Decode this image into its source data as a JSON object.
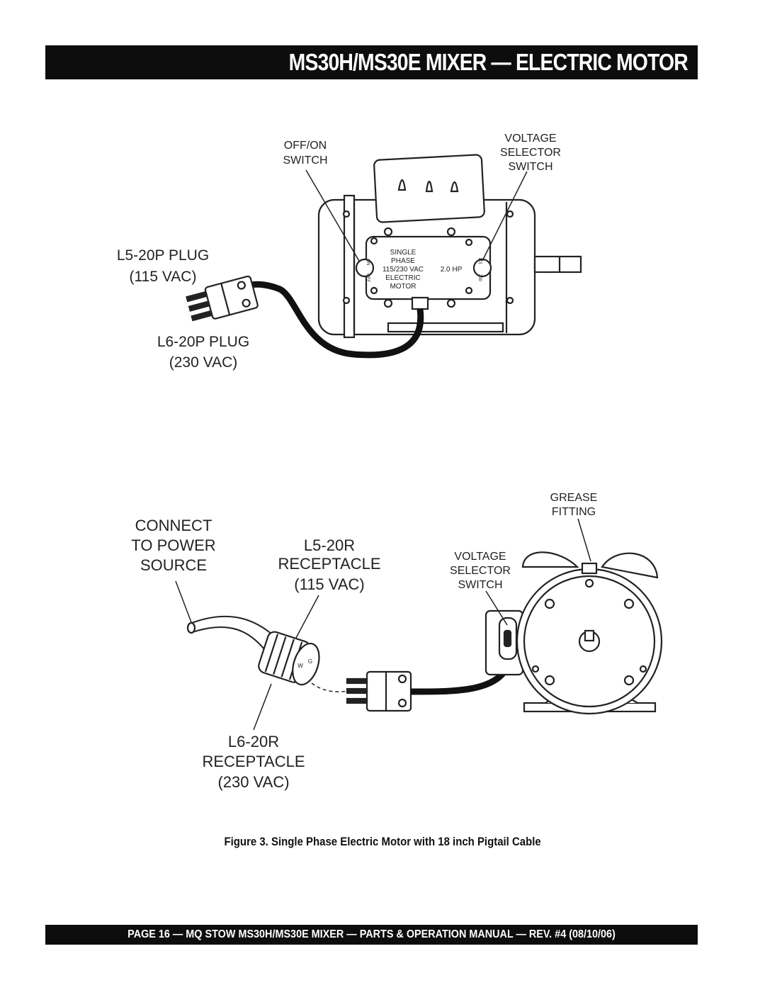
{
  "header": {
    "title": "MS30H/MS30E MIXER — ELECTRIC MOTOR"
  },
  "top_diagram": {
    "off_on_switch": [
      "OFF/ON",
      "SWITCH"
    ],
    "voltage_selector": [
      "VOLTAGE",
      "SELECTOR",
      "SWITCH"
    ],
    "plug_l5": [
      "L5-20P PLUG",
      "(115 VAC)"
    ],
    "plug_l6": [
      "L6-20P PLUG",
      "(230 VAC)"
    ],
    "nameplate": [
      "SINGLE",
      "PHASE",
      "115/230 VAC",
      "2.0 HP",
      "ELECTRIC",
      "MOTOR"
    ],
    "switch_marks": [
      "ON",
      "OFF",
      "115",
      "230"
    ]
  },
  "bottom_diagram": {
    "connect": [
      "CONNECT",
      "TO POWER",
      "SOURCE"
    ],
    "receptacle_l5": [
      "L5-20R",
      "RECEPTACLE",
      "(115 VAC)"
    ],
    "receptacle_l6": [
      "L6-20R",
      "RECEPTACLE",
      "(230 VAC)"
    ],
    "grease_fitting": [
      "GREASE",
      "FITTING"
    ],
    "voltage_selector": [
      "VOLTAGE",
      "SELECTOR",
      "SWITCH"
    ],
    "receptacle_marks": [
      "W",
      "G"
    ]
  },
  "caption": "Figure 3. Single Phase Electric Motor with 18 inch Pigtail Cable",
  "footer": {
    "text": "PAGE 16 — MQ STOW MS30H/MS30E MIXER — PARTS & OPERATION MANUAL — REV. #4 (08/10/06)"
  }
}
